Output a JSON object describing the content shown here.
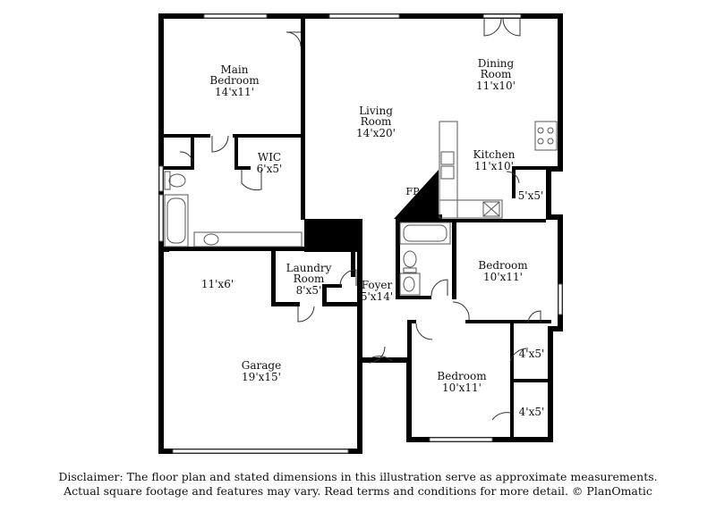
{
  "rooms": {
    "main_bedroom": {
      "name": "Main Bedroom",
      "line1": "Main",
      "line2": "Bedroom",
      "dims": "14'x11'"
    },
    "living_room": {
      "name": "Living Room",
      "line1": "Living",
      "line2": "Room",
      "dims": "14'x20'"
    },
    "dining_room": {
      "name": "Dining Room",
      "line1": "Dining",
      "line2": "Room",
      "dims": "11'x10'"
    },
    "kitchen": {
      "name": "Kitchen",
      "dims": "11'x10'"
    },
    "wic": {
      "name": "WIC",
      "dims": "6'x5'"
    },
    "fireplace": {
      "label": "FP"
    },
    "pantry": {
      "dims": "5'x5'"
    },
    "laundry_room": {
      "name": "Laundry Room",
      "line1": "Laundry",
      "line2": "Room",
      "dims": "8'x5'"
    },
    "foyer": {
      "name": "Foyer",
      "dims": "5'x14'"
    },
    "bedroom_upper": {
      "name": "Bedroom",
      "dims": "10'x11'"
    },
    "bedroom_lower": {
      "name": "Bedroom",
      "dims": "10'x11'"
    },
    "closet_upper": {
      "dims": "4'x5'"
    },
    "closet_lower": {
      "dims": "4'x5'"
    },
    "garage_nook": {
      "dims": "11'x6'"
    },
    "garage": {
      "name": "Garage",
      "dims": "19'x15'"
    }
  },
  "disclaimer": {
    "line1": "Disclaimer: The floor plan and stated dimensions in this illustration serve as approximate measurements.",
    "line2": "Actual square footage and features may vary. Read terms and conditions for more detail. © PlanOmatic"
  },
  "colors": {
    "wall": "#000000",
    "fixture": "#555555",
    "background": "#ffffff"
  }
}
